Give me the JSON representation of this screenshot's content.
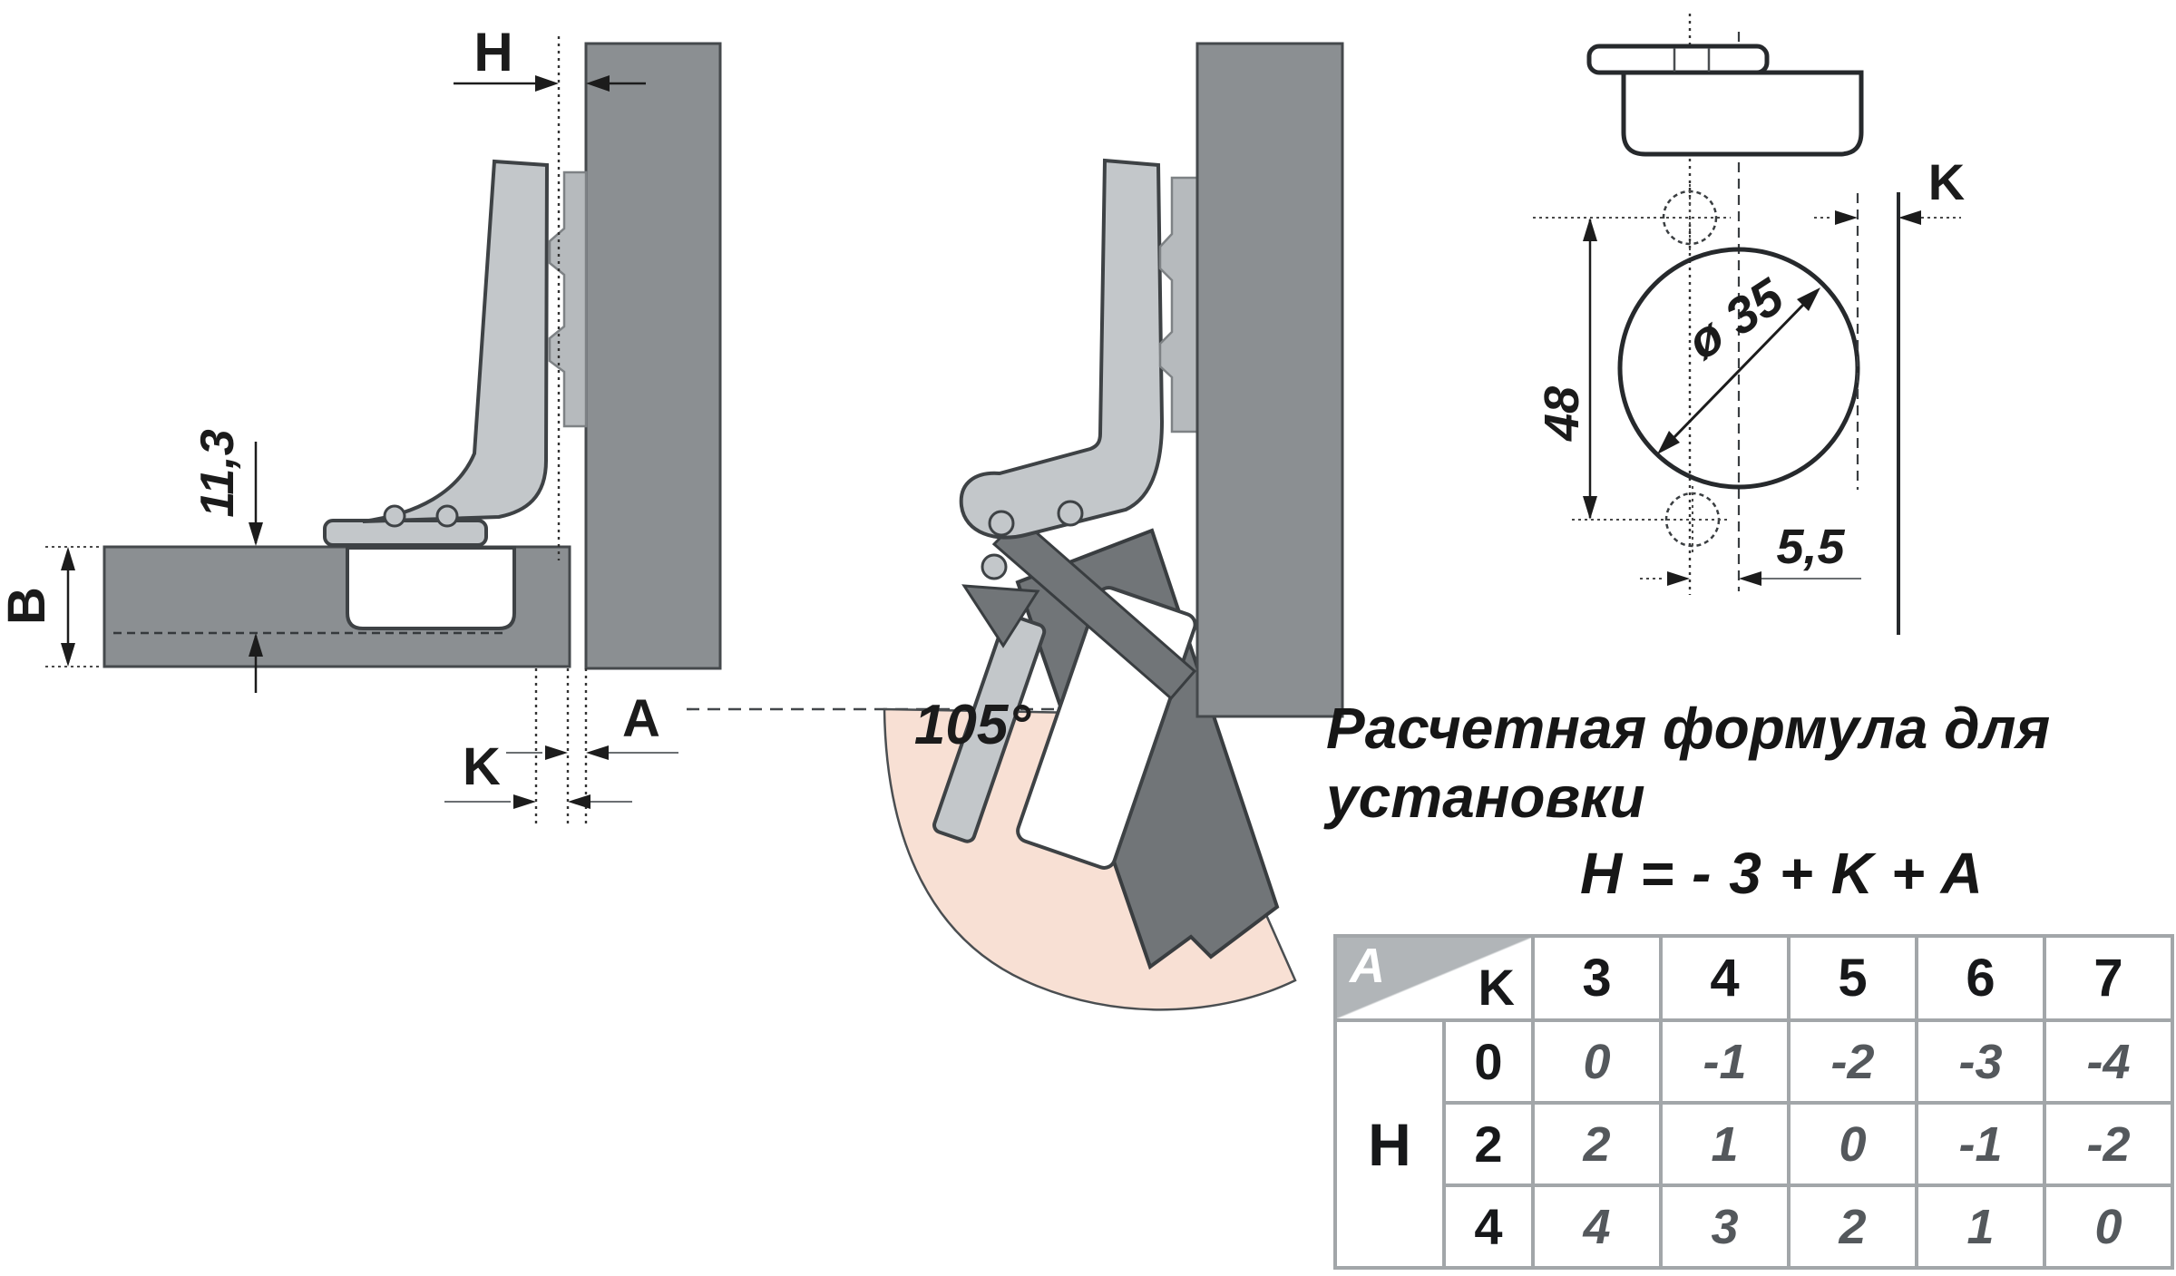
{
  "colors": {
    "panel_gray": "#8b8f92",
    "door_gray": "#717578",
    "hinge_gray": "#c3c7ca",
    "plate_gray": "#b6babd",
    "arc_pink": "#f8e0d4",
    "outline": "#3e4245",
    "table_border": "#a2a6a9",
    "value_gray": "#54585c"
  },
  "closed_view": {
    "labels": {
      "overlay": "H",
      "cup_depth": "11,3",
      "thickness": "B",
      "cup_distance": "K",
      "gap": "A"
    }
  },
  "open_view": {
    "angle": "105°"
  },
  "drill_view": {
    "labels": {
      "hole_spacing": "48",
      "cup_diameter": "ø 35",
      "cup_distance": "K",
      "screw_offset": "5,5"
    }
  },
  "formula_block": {
    "title": "Расчетная формула для установки",
    "formula": "H = - 3 + K + A"
  },
  "table": {
    "corner_top": "A",
    "corner_bottom": "K",
    "columns": [
      "3",
      "4",
      "5",
      "6",
      "7"
    ],
    "side_label": "H",
    "rows": [
      {
        "label": "0",
        "values": [
          "0",
          "-1",
          "-2",
          "-3",
          "-4"
        ]
      },
      {
        "label": "2",
        "values": [
          "2",
          "1",
          "0",
          "-1",
          "-2"
        ]
      },
      {
        "label": "4",
        "values": [
          "4",
          "3",
          "2",
          "1",
          "0"
        ]
      }
    ]
  }
}
